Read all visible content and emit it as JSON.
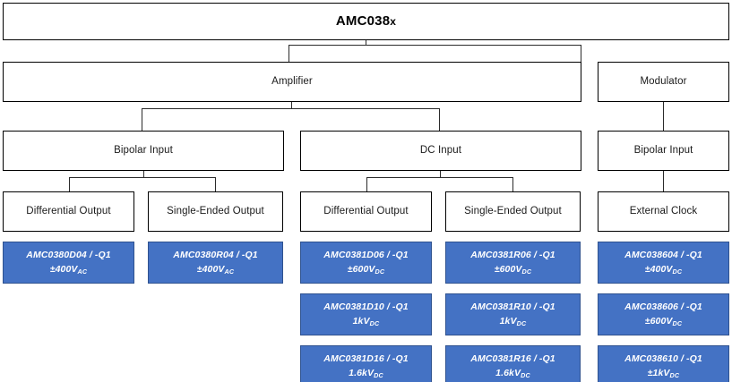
{
  "diagram": {
    "title": "AMC038x",
    "title_main": "AMC038",
    "title_suffix": "x",
    "accent_color": "#4472C4",
    "accent_border_color": "#2F528F",
    "box_border_color": "#000000",
    "background_color": "#FFFFFF",
    "part_text_color": "#FFFFFF"
  },
  "level1": {
    "root_label": "AMC038x"
  },
  "level2": {
    "amplifier_label": "Amplifier",
    "modulator_label": "Modulator"
  },
  "level3": {
    "bipolar_input_amp_label": "Bipolar Input",
    "dc_input_label": "DC Input",
    "bipolar_input_mod_label": "Bipolar Input"
  },
  "level4": {
    "bip_diff_label": "Differential Output",
    "bip_se_label": "Single-Ended Output",
    "dc_diff_label": "Differential Output",
    "dc_se_label": "Single-Ended Output",
    "external_clock_label": "External Clock"
  },
  "parts": {
    "col1": [
      {
        "part_number": "AMC0380D04 / -Q1",
        "voltage_value": "±400V",
        "voltage_sub": "AC"
      }
    ],
    "col2": [
      {
        "part_number": "AMC0380R04 / -Q1",
        "voltage_value": "±400V",
        "voltage_sub": "AC"
      }
    ],
    "col3": [
      {
        "part_number": "AMC0381D06 / -Q1",
        "voltage_value": "±600V",
        "voltage_sub": "DC"
      },
      {
        "part_number": "AMC0381D10 / -Q1",
        "voltage_value": "1kV",
        "voltage_sub": "DC"
      },
      {
        "part_number": "AMC0381D16 / -Q1",
        "voltage_value": "1.6kV",
        "voltage_sub": "DC"
      }
    ],
    "col4": [
      {
        "part_number": "AMC0381R06 / -Q1",
        "voltage_value": "±600V",
        "voltage_sub": "DC"
      },
      {
        "part_number": "AMC0381R10 / -Q1",
        "voltage_value": "1kV",
        "voltage_sub": "DC"
      },
      {
        "part_number": "AMC0381R16 / -Q1",
        "voltage_value": "1.6kV",
        "voltage_sub": "DC"
      }
    ],
    "col5": [
      {
        "part_number": "AMC038604 / -Q1",
        "voltage_value": "±400V",
        "voltage_sub": "DC"
      },
      {
        "part_number": "AMC038606 / -Q1",
        "voltage_value": "±600V",
        "voltage_sub": "DC"
      },
      {
        "part_number": "AMC038610 / -Q1",
        "voltage_value": "±1kV",
        "voltage_sub": "DC"
      }
    ]
  }
}
